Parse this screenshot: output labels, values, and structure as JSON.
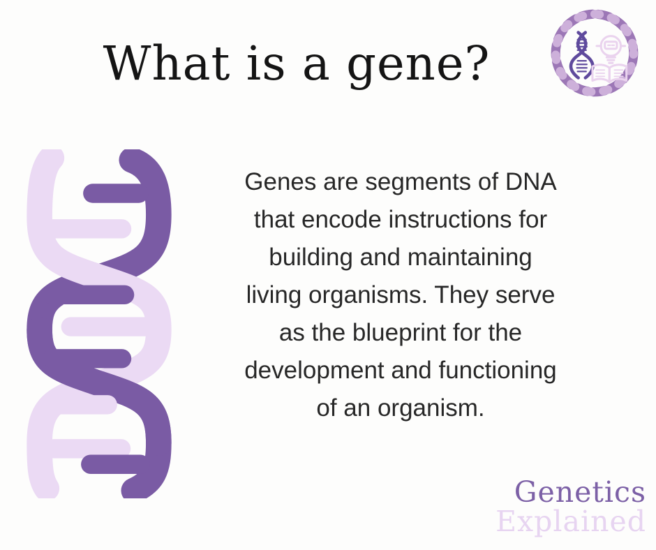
{
  "page": {
    "background_color": "#fdfdfc"
  },
  "header": {
    "title": "What is a gene?"
  },
  "body": {
    "lines": [
      "Genes are segments of DNA",
      "that encode instructions for",
      "building and maintaining",
      "living organisms. They serve",
      "as the blueprint for the",
      "development and functioning",
      "of an organism."
    ]
  },
  "brand": {
    "name_top": "Genetics",
    "name_bottom": "Explained",
    "top_color": "#7c60a6",
    "bottom_color": "#e7d4f1"
  },
  "logo": {
    "ring_color_dark": "#9c77b6",
    "ring_color_light": "#cdb0da",
    "helix_icon_color": "#5f4a9d",
    "bulb_book_color": "#ead3ee"
  },
  "dna_illustration": {
    "dark_strand_color": "#7a5ba4",
    "light_strand_color": "#ebdaf4"
  }
}
